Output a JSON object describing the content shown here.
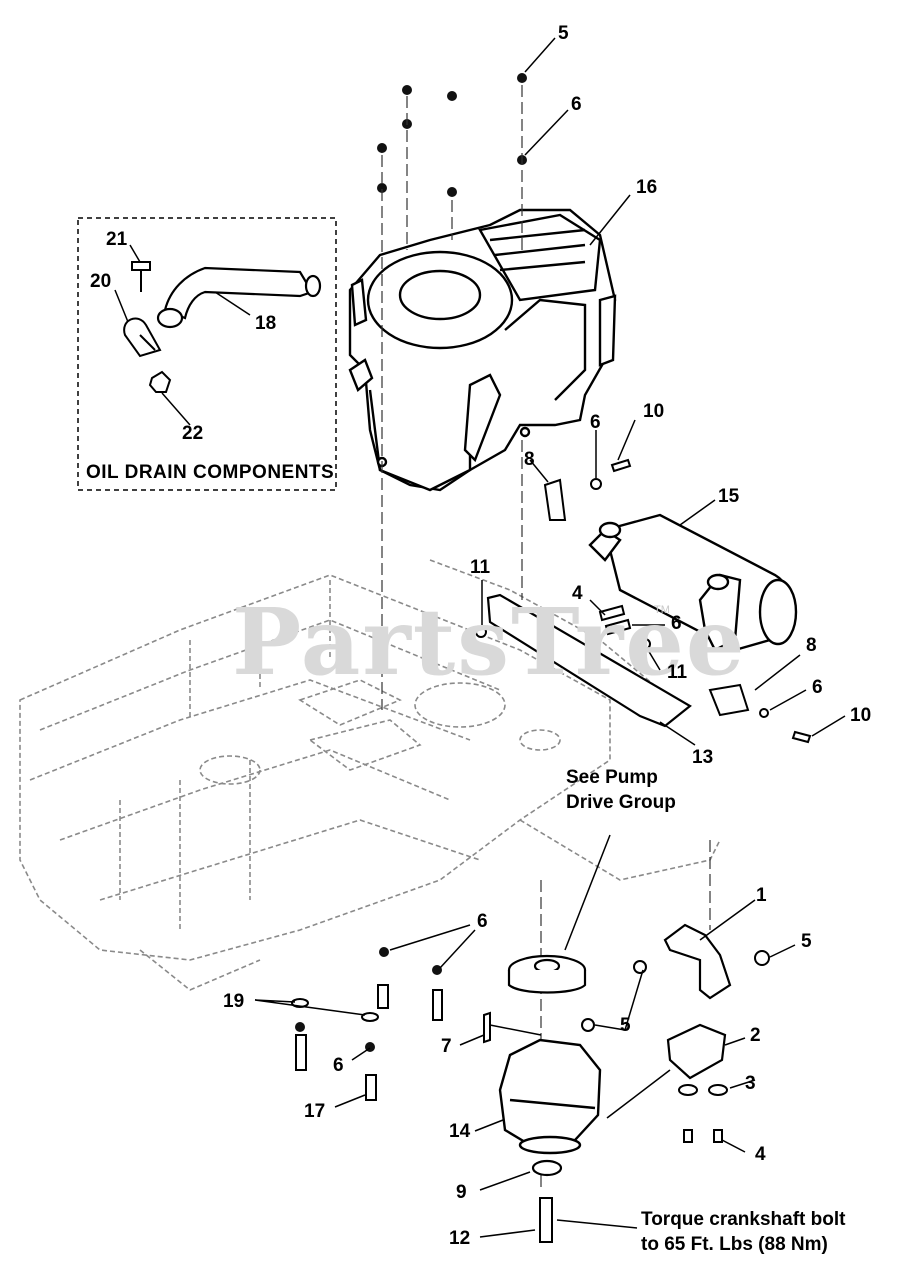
{
  "watermark": "PartsTree",
  "watermark_tm": "TM",
  "inset": {
    "title": "OIL DRAIN COMPONENTS"
  },
  "callouts": {
    "c5a": "5",
    "c6a": "6",
    "c16": "16",
    "c21": "21",
    "c20": "20",
    "c18": "18",
    "c22": "22",
    "c10a": "10",
    "c6b": "6",
    "c8a": "8",
    "c15": "15",
    "c11a": "11",
    "c4a": "4",
    "c6c": "6",
    "c11b": "11",
    "c8b": "8",
    "c6d": "6",
    "c10b": "10",
    "c13": "13",
    "c1": "1",
    "c5b": "5",
    "c6e": "6",
    "c19": "19",
    "c5c": "5",
    "c2": "2",
    "c3": "3",
    "c7": "7",
    "c6f": "6",
    "c17": "17",
    "c14": "14",
    "c4b": "4",
    "c9": "9",
    "c12": "12"
  },
  "notes": {
    "pump_line1": "See Pump",
    "pump_line2": "Drive Group",
    "torque_line1": "Torque crankshaft bolt",
    "torque_line2": "to 65 Ft. Lbs (88 Nm)"
  }
}
